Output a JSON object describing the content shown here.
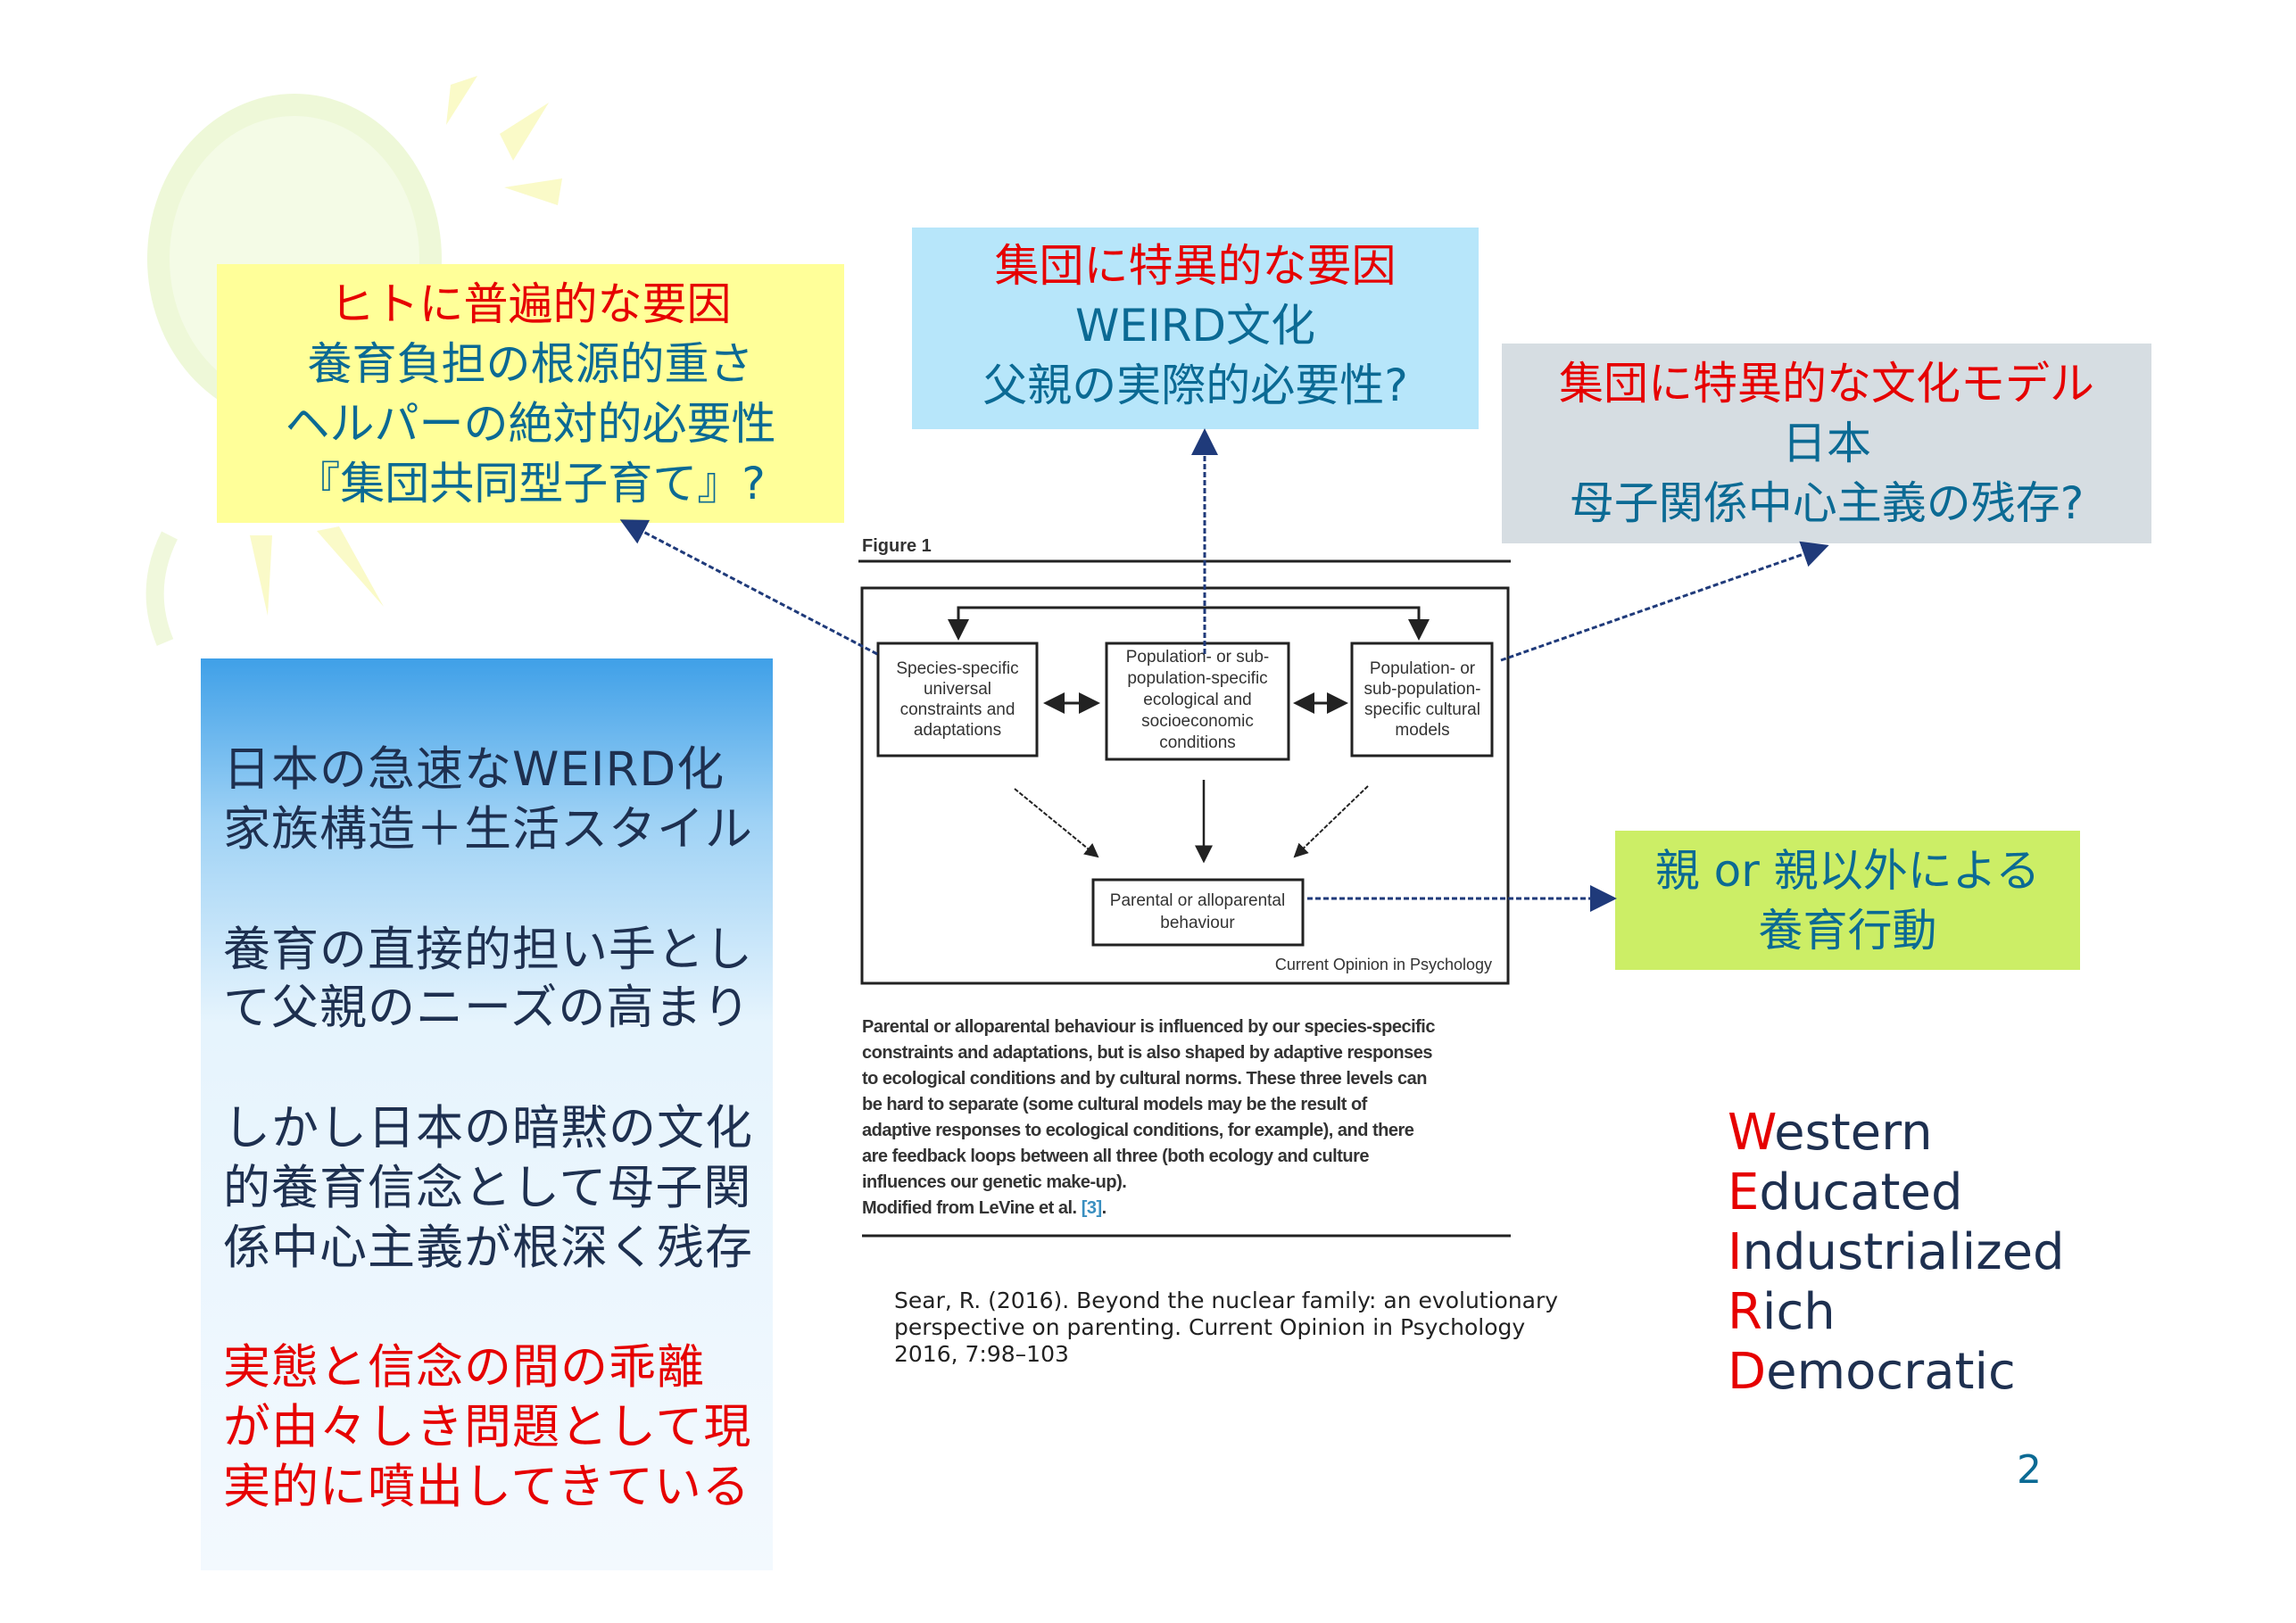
{
  "universal_box": {
    "lines": [
      "ヒトに普遍的な要因",
      "養育負担の根源的重さ",
      "ヘルパーの絶対的必要性",
      "『集団共同型子育て』?"
    ]
  },
  "group_box": {
    "lines": [
      "集団に特異的な要因",
      "WEIRD文化",
      "父親の実際的必要性?"
    ]
  },
  "culture_box": {
    "lines": [
      "集団に特異的な文化モデル",
      "日本",
      "母子関係中心主義の残存?"
    ]
  },
  "behavior_box": {
    "lines": [
      "親 or 親以外による",
      "養育行動"
    ]
  },
  "left_panel": {
    "paragraphs": [
      [
        "日本の急速なWEIRD化",
        "家族構造＋生活スタイル"
      ],
      [
        "養育の直接的担い手とし",
        "て父親のニーズの高まり"
      ],
      [
        "しかし日本の暗黙の文化",
        "的養育信念として母子関",
        "係中心主義が根深く残存"
      ],
      [
        "実態と信念の間の乖離",
        "が由々しき問題として現",
        "実的に噴出してきている"
      ]
    ]
  },
  "figure": {
    "title": "Figure 1",
    "box_species": [
      "Species-specific",
      "universal",
      "constraints and",
      "adaptations"
    ],
    "box_ecological": [
      "Population- or sub-",
      "population-specific",
      "ecological and",
      "socioeconomic",
      "conditions"
    ],
    "box_cultural": [
      "Population- or",
      "sub-population-",
      "specific cultural",
      "models"
    ],
    "box_behaviour": [
      "Parental or alloparental",
      "behaviour"
    ],
    "source": "Current Opinion in Psychology",
    "caption": [
      "Parental or alloparental behaviour is influenced by our species-specific",
      "constraints and adaptations, but is also shaped by adaptive responses",
      "to ecological conditions and by cultural norms. These three levels can",
      "be hard to separate (some cultural models may be the result of",
      "adaptive responses to ecological conditions, for example), and there",
      "are feedback loops between all three (both ecology and culture",
      "influences our genetic make-up)."
    ],
    "modified_from": "Modified from LeVine et al.",
    "ref": "[3]",
    "ref_end": "."
  },
  "citation": {
    "lines": [
      "Sear, R. (2016). Beyond the nuclear family: an evolutionary",
      "perspective on parenting. Current Opinion in Psychology",
      "2016, 7:98–103"
    ]
  },
  "weird_acronym": [
    {
      "initial": "W",
      "rest": "estern"
    },
    {
      "initial": "E",
      "rest": "ducated"
    },
    {
      "initial": "I",
      "rest": "ndustrialized"
    },
    {
      "initial": "R",
      "rest": "ich"
    },
    {
      "initial": "D",
      "rest": "emocratic"
    }
  ],
  "page_number": "2",
  "colors": {
    "accent_red": "#e60000",
    "text_blue": "#0b6a94",
    "connector": "#1f3a7a"
  }
}
